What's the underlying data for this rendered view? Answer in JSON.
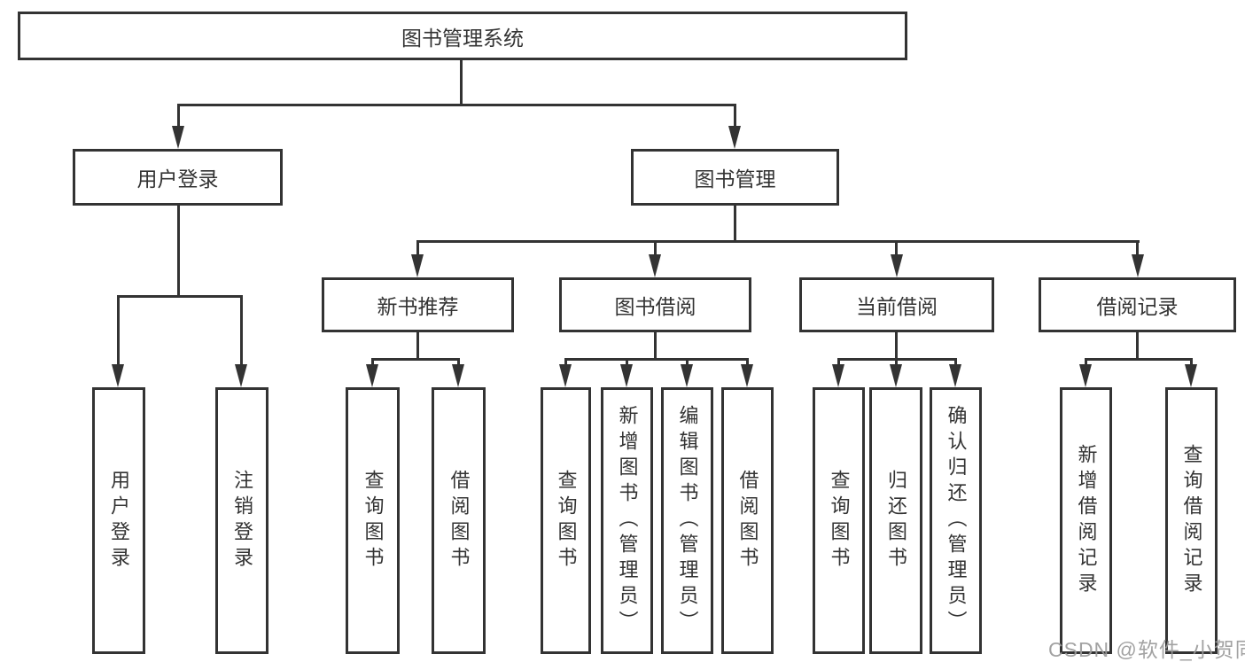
{
  "diagram": {
    "root": {
      "label": "图书管理系统"
    },
    "level2": [
      {
        "label": "用户登录"
      },
      {
        "label": "图书管理"
      }
    ],
    "level3": [
      {
        "label": "新书推荐"
      },
      {
        "label": "图书借阅"
      },
      {
        "label": "当前借阅"
      },
      {
        "label": "借阅记录"
      }
    ],
    "leaves": {
      "user_login": [
        "用户登录",
        "注销登录"
      ],
      "new_book_recommend": [
        "查询图书",
        "借阅图书"
      ],
      "book_borrow": [
        "查询图书",
        "新增图书（管理员）",
        "编辑图书（管理员）",
        "借阅图书"
      ],
      "current_borrow": [
        "查询图书",
        "归还图书",
        "确认归还（管理员）"
      ],
      "borrow_record": [
        "新增借阅记录",
        "查询借阅记录"
      ]
    }
  },
  "watermark": {
    "text": "CSDN @软件_小贺同学"
  },
  "colors": {
    "line": "#333333",
    "text": "#333333",
    "watermark": "#9b9b9b",
    "background": "#ffffff"
  }
}
